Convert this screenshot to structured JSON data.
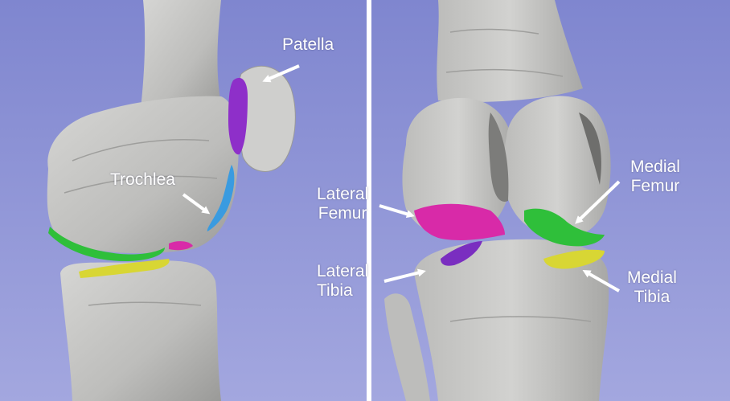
{
  "labels": {
    "patella": "Patella",
    "trochlea": "Trochlea",
    "lateral_femur": [
      "Lateral",
      "Femur"
    ],
    "medial_femur": [
      "Medial",
      "Femur"
    ],
    "lateral_tibia": [
      "Lateral",
      "Tibia"
    ],
    "medial_tibia": [
      "Medial",
      "Tibia"
    ]
  },
  "colors": {
    "background": "#8f94d6",
    "bone": "#c9c9c7",
    "bone_shadow": "#8a8a88",
    "patella_cartilage": "#8e2fc9",
    "trochlea_cartilage": "#3a9be0",
    "femur_cartilage_green": "#2fbf3a",
    "tibia_cartilage_yellow": "#d8d634",
    "lateral_femur_magenta": "#d82aa8",
    "lateral_tibia_purple": "#7a2ec0",
    "arrow": "#ffffff",
    "label_text": "#ffffff"
  }
}
